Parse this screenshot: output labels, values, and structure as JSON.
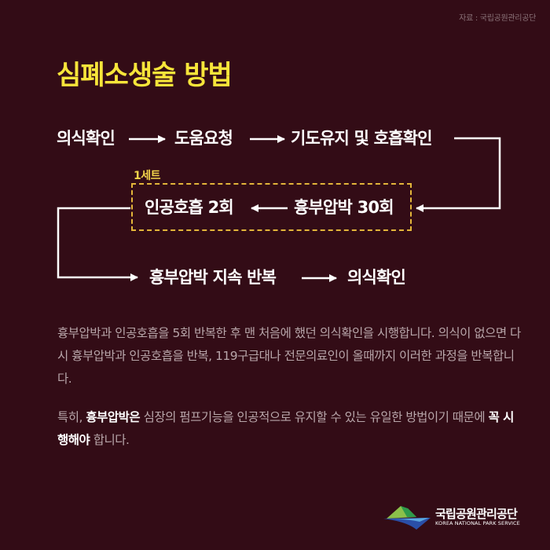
{
  "source": "자료 : 국립공원관리공단",
  "title": "심폐소생술 방법",
  "flow": {
    "row1": [
      "의식확인",
      "도움요청",
      "기도유지 및 호흡확인"
    ],
    "set_label": "1세트",
    "row2": [
      "인공호흡 2회",
      "흉부압박 30회"
    ],
    "row3": [
      "흉부압박 지속 반복",
      "의식확인"
    ]
  },
  "body": {
    "paragraph1": "흉부압박과 인공호흡을 5회 반복한 후 맨 처음에 했던 의식확인을 시행합니다. 의식이 없으면 다시 흉부압박과 인공호흡을 반복, 119구급대나 전문의료인이 올때까지 이러한 과정을 반복합니다.",
    "paragraph2": {
      "p1": "특히, ",
      "b1": "흉부압박은",
      "p2": " 심장의 펌프기능을 인공적으로 유지할 수 있는 유일한 방법이기 때문에 ",
      "b2": "꼭 시행해야",
      "p3": " 합니다."
    }
  },
  "logo": {
    "name_ko": "국립공원관리공단",
    "name_en": "KOREA NATIONAL PARK SERVICE",
    "icon": "mountain-water-logo-icon"
  },
  "colors": {
    "background": "#330c16",
    "title": "#f7e53a",
    "set_border": "#e3b53a",
    "body_text": "#b8a6aa"
  }
}
